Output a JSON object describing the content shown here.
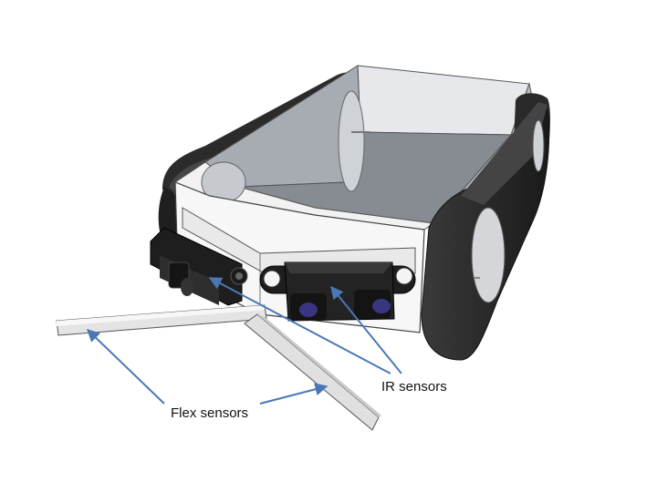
{
  "labels": {
    "ir_sensors": "IR sensors",
    "flex_sensors": "Flex sensors"
  },
  "colors": {
    "arrow": "#4a78b5",
    "tread": "#262626",
    "tread_highlight": "#4a4a4a",
    "body_inner": "#9ea3aa",
    "body_light": "#d7dadf",
    "sensor_body": "#1c1c1c",
    "sensor_lens": "#3a3580",
    "flex_strip": "#e2e2e2"
  },
  "icons": [
    "robot-chassis",
    "ir-sensor",
    "flex-sensor",
    "annotation-arrow"
  ]
}
